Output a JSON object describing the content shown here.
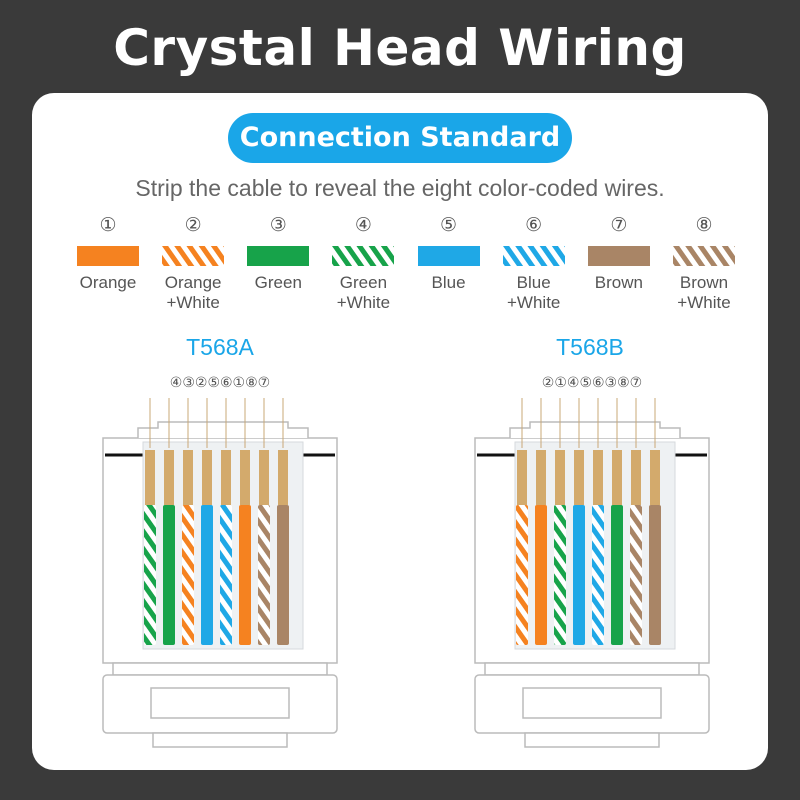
{
  "title": "Crystal Head Wiring",
  "badge": "Connection Standard",
  "subtitle": "Strip the cable to reveal the eight color-coded wires.",
  "legend": [
    {
      "num": "①",
      "label_line1": "Orange",
      "label_line2": "",
      "color": "#f58220",
      "striped": false
    },
    {
      "num": "②",
      "label_line1": "Orange",
      "label_line2": "+White",
      "color": "#f58220",
      "striped": true
    },
    {
      "num": "③",
      "label_line1": "Green",
      "label_line2": "",
      "color": "#17a34a",
      "striped": false
    },
    {
      "num": "④",
      "label_line1": "Green",
      "label_line2": "+White",
      "color": "#17a34a",
      "striped": true
    },
    {
      "num": "⑤",
      "label_line1": "Blue",
      "label_line2": "",
      "color": "#1fa8e6",
      "striped": false
    },
    {
      "num": "⑥",
      "label_line1": "Blue",
      "label_line2": "+White",
      "color": "#1fa8e6",
      "striped": true
    },
    {
      "num": "⑦",
      "label_line1": "Brown",
      "label_line2": "",
      "color": "#a98566",
      "striped": false
    },
    {
      "num": "⑧",
      "label_line1": "Brown",
      "label_line2": "+White",
      "color": "#a98566",
      "striped": true
    }
  ],
  "standards": [
    {
      "name": "T568A",
      "order_label": "④③②⑤⑥①⑧⑦",
      "order": [
        4,
        3,
        2,
        5,
        6,
        1,
        8,
        7
      ]
    },
    {
      "name": "T568B",
      "order_label": "②①④⑤⑥③⑧⑦",
      "order": [
        2,
        1,
        4,
        5,
        6,
        3,
        8,
        7
      ]
    }
  ],
  "colors": {
    "background": "#3a3a3a",
    "card": "#ffffff",
    "accent": "#1aa6e8",
    "contact_gold": "#d3aa6c",
    "connector_outline": "#bbbbbb"
  }
}
